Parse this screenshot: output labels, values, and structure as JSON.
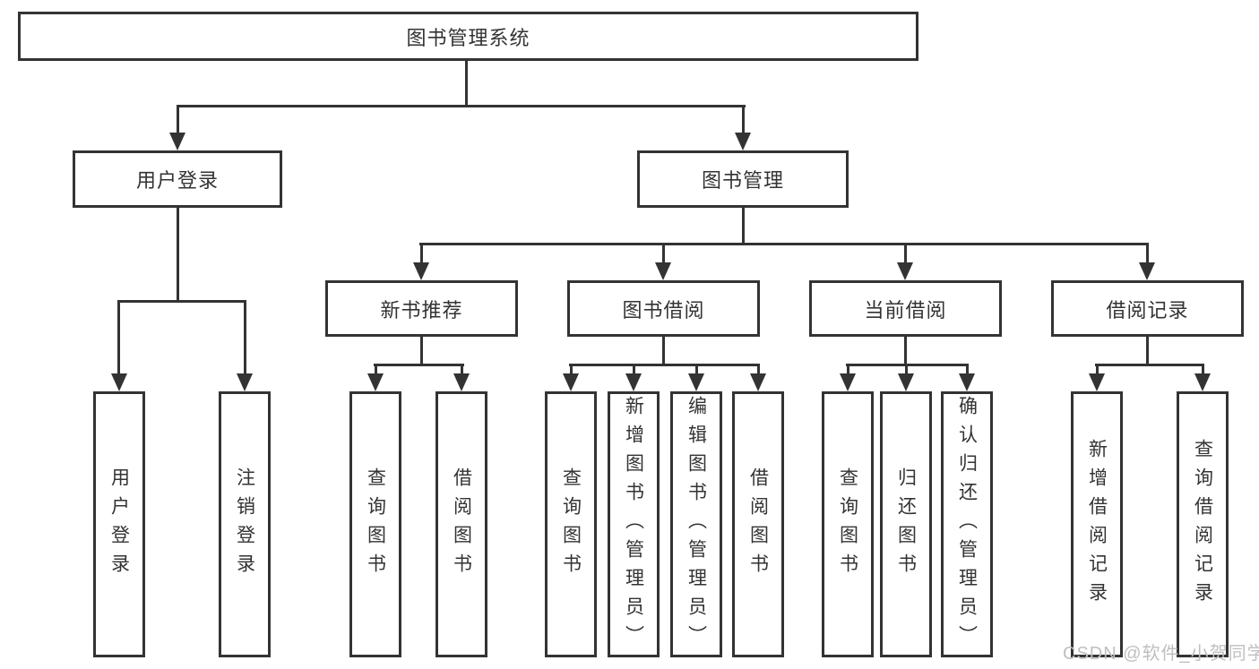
{
  "watermark": "CSDN @软件_小贺同学",
  "colors": {
    "line": "#333333",
    "text": "#333333",
    "watermark": "#bfbfbf",
    "background": "#ffffff"
  },
  "tree": {
    "label": "图书管理系统",
    "children": [
      {
        "label": "用户登录",
        "children": [
          {
            "label": "用户登录"
          },
          {
            "label": "注销登录"
          }
        ]
      },
      {
        "label": "图书管理",
        "children": [
          {
            "label": "新书推荐",
            "children": [
              {
                "label": "查询图书"
              },
              {
                "label": "借阅图书"
              }
            ]
          },
          {
            "label": "图书借阅",
            "children": [
              {
                "label": "查询图书"
              },
              {
                "label": "新增图书（管理员）"
              },
              {
                "label": "编辑图书（管理员）"
              },
              {
                "label": "借阅图书"
              }
            ]
          },
          {
            "label": "当前借阅",
            "children": [
              {
                "label": "查询图书"
              },
              {
                "label": "归还图书"
              },
              {
                "label": "确认归还（管理员）"
              }
            ]
          },
          {
            "label": "借阅记录",
            "children": [
              {
                "label": "新增借阅记录"
              },
              {
                "label": "查询借阅记录"
              }
            ]
          }
        ]
      }
    ]
  }
}
